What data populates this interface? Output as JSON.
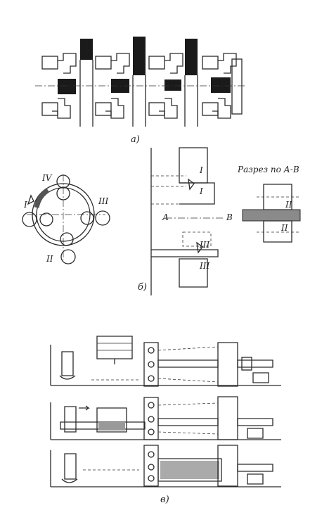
{
  "figure": {
    "panel_a": {
      "label": "а)"
    },
    "panel_b": {
      "label": "б)",
      "roll_labels": [
        "I",
        "II",
        "III",
        "IV"
      ],
      "section_title": "Разрез по А-В",
      "section_mark_a": "А",
      "section_mark_b": "В",
      "stand_labels": [
        "I",
        "I",
        "III",
        "III"
      ],
      "section_labels": [
        "II",
        "II"
      ]
    },
    "panel_v": {
      "label": "в)"
    }
  }
}
